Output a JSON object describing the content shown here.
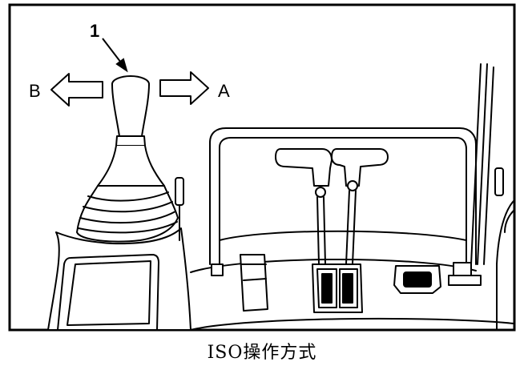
{
  "callout": {
    "number": "1",
    "left_arrow_label": "B",
    "right_arrow_label": "A"
  },
  "caption": "ISO操作方式"
}
